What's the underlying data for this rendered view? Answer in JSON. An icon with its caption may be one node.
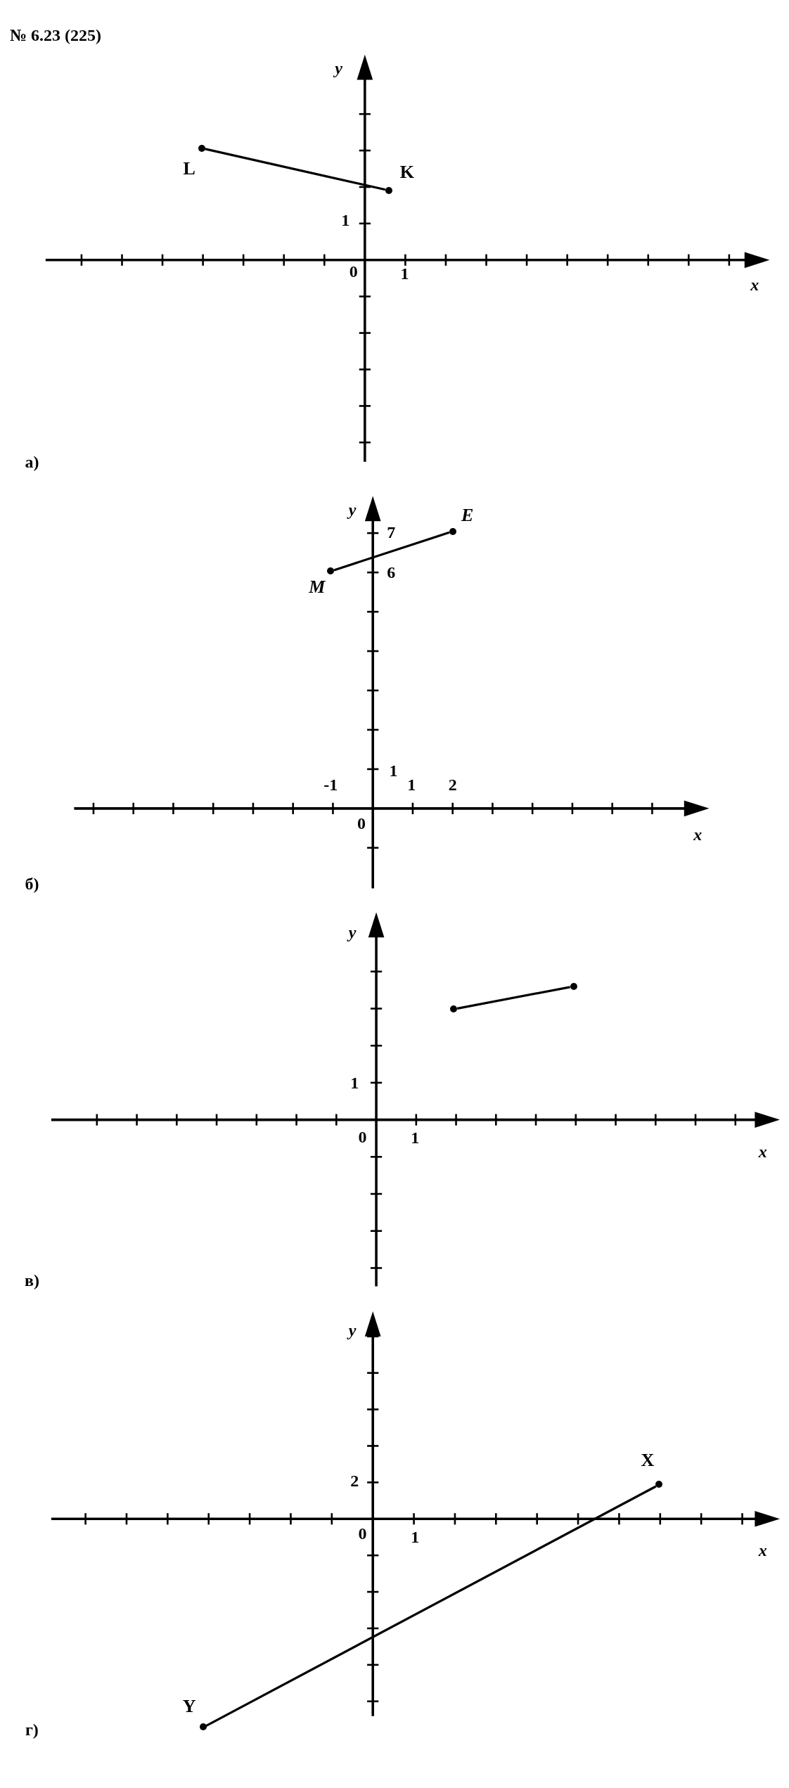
{
  "diagram": {
    "title": "№ 6.23 (225)",
    "nodes": [
      {
        "text": [],
        "shape": "circle",
        "beside": [
          "L"
        ]
      },
      {
        "text": [],
        "shape": "circle",
        "beside": [
          "K"
        ]
      },
      {
        "text": [],
        "shape": "circle",
        "beside": [
          "M"
        ]
      },
      {
        "text": [],
        "shape": "circle",
        "beside": [
          "E"
        ]
      },
      {
        "text": [],
        "shape": "circle"
      },
      {
        "text": [],
        "shape": "circle"
      },
      {
        "text": [],
        "shape": "circle",
        "beside": [
          "X"
        ]
      },
      {
        "text": [],
        "shape": "circle",
        "beside": [
          "Y"
        ]
      }
    ],
    "edges": [
      {
        "from": 0,
        "to": 1,
        "arrow": "none"
      },
      {
        "from": 2,
        "to": 3,
        "arrow": "none"
      },
      {
        "from": 4,
        "to": 5,
        "arrow": "none"
      },
      {
        "from": 7,
        "to": 6,
        "arrow": "none"
      }
    ],
    "labels": [
      "y",
      "1",
      "0",
      "1",
      "x",
      "а)",
      "y",
      "7",
      "6",
      "1",
      "-1",
      "1",
      "2",
      "0",
      "x",
      "б)",
      "y",
      "1",
      "0",
      "1",
      "x",
      "в)",
      "y",
      "2",
      "0",
      "1",
      "x",
      "г)"
    ]
  }
}
